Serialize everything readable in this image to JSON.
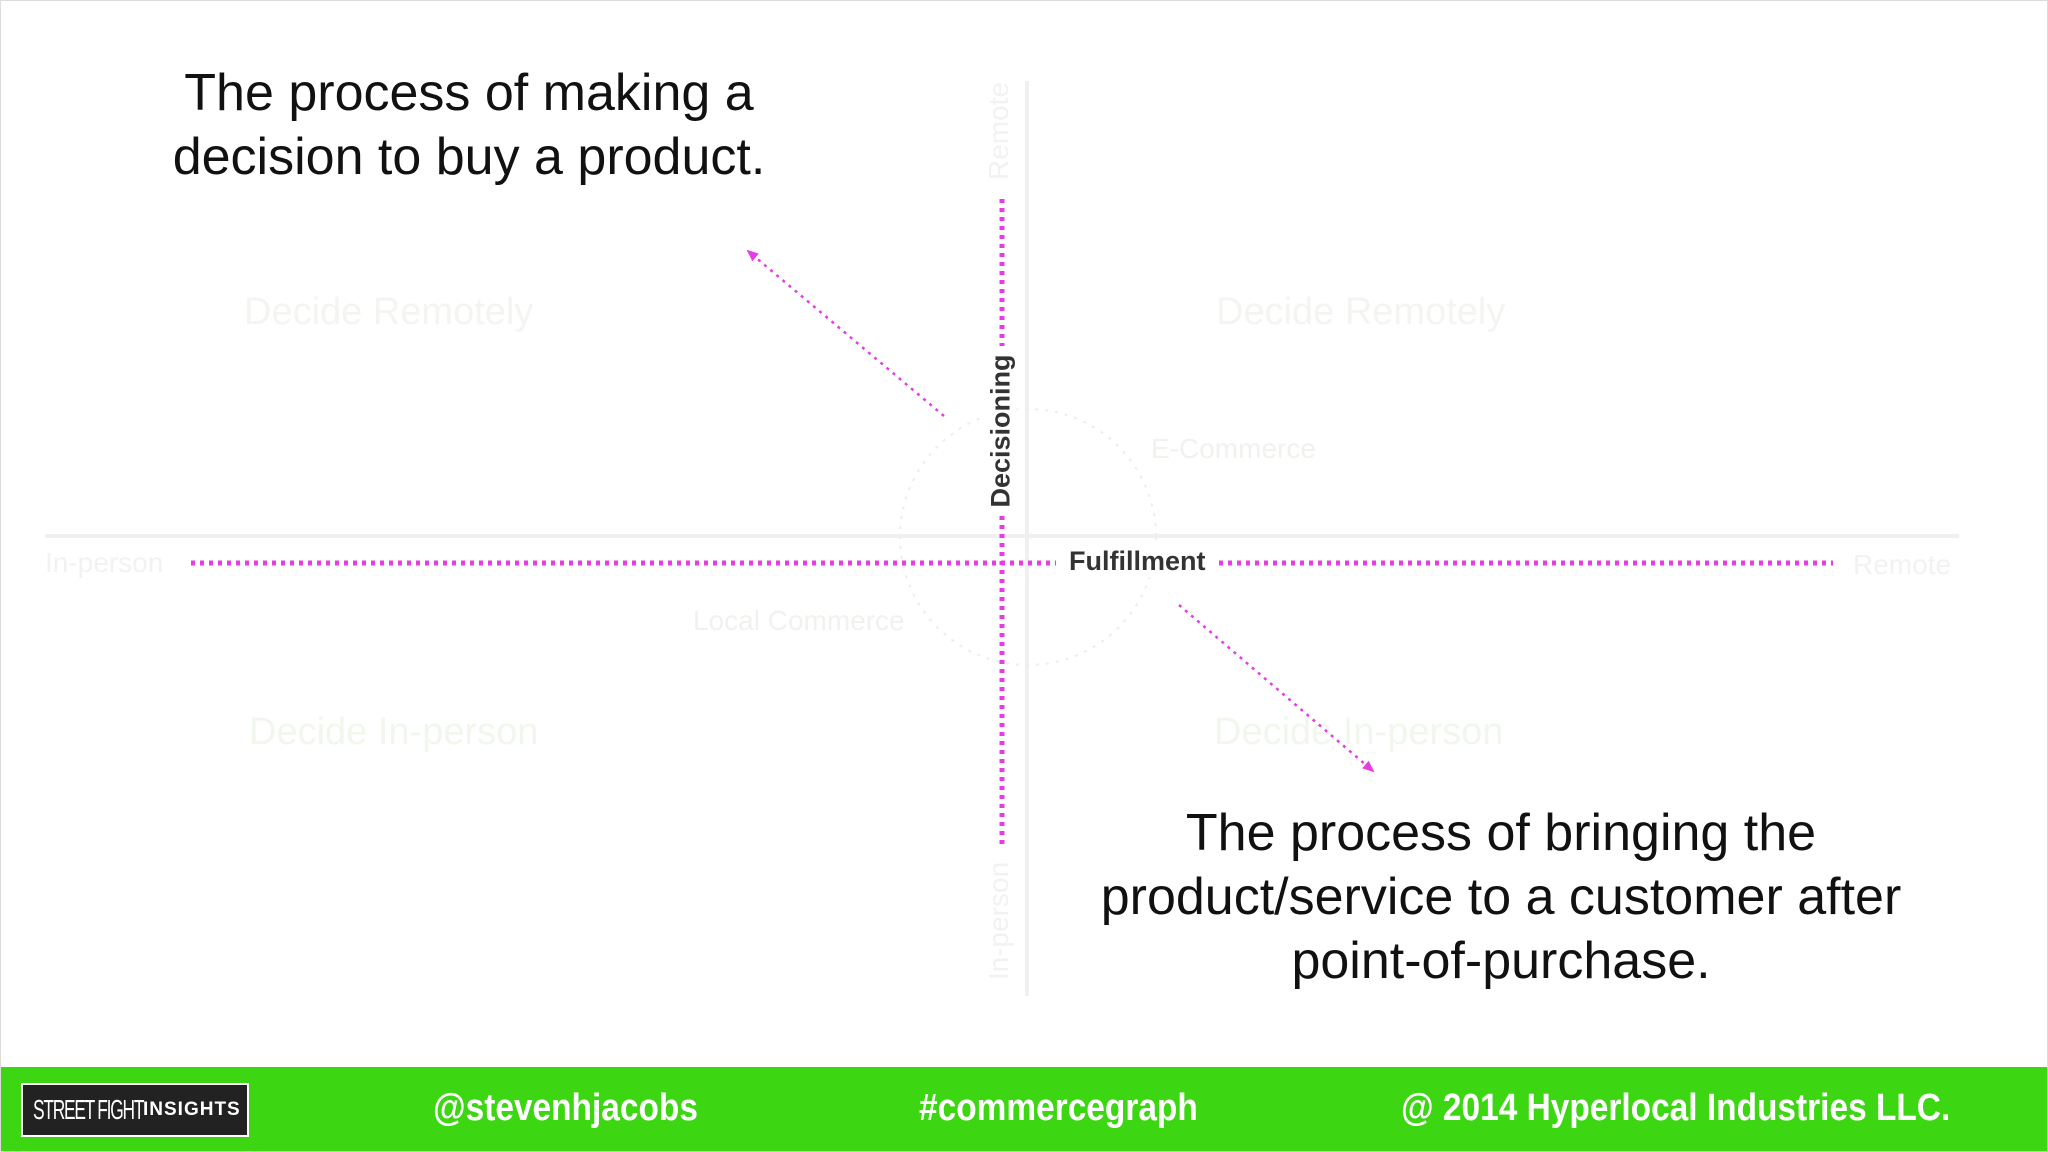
{
  "background_diagram": {
    "quadrants": {
      "top_left": "Decide Remotely",
      "top_right": "Decide Remotely",
      "bottom_left": "Decide In-person",
      "bottom_right": "Decide In-person"
    },
    "axis_ends": {
      "left": "In-person",
      "right": "Remote",
      "top": "Remote",
      "bottom": "In-person"
    },
    "regions": {
      "ecommerce": "E-Commerce",
      "local_commerce": "Local Commerce"
    }
  },
  "axes": {
    "horizontal_label": "Fulfillment",
    "vertical_label": "Decisioning",
    "dot_color": "#e63ce6"
  },
  "callouts": {
    "decisioning": "The process of making a decision to buy a product.",
    "fulfillment": "The process of bringing the product/service to a customer after point-of-purchase."
  },
  "footer": {
    "color": "#3cd712",
    "logo": {
      "street_fight": "STREET FIGHT",
      "insights": "INSIGHTS"
    },
    "handle": "@stevenhjacobs",
    "hashtag": "#commercegraph",
    "copyright": "@ 2014 Hyperlocal Industries LLC."
  }
}
